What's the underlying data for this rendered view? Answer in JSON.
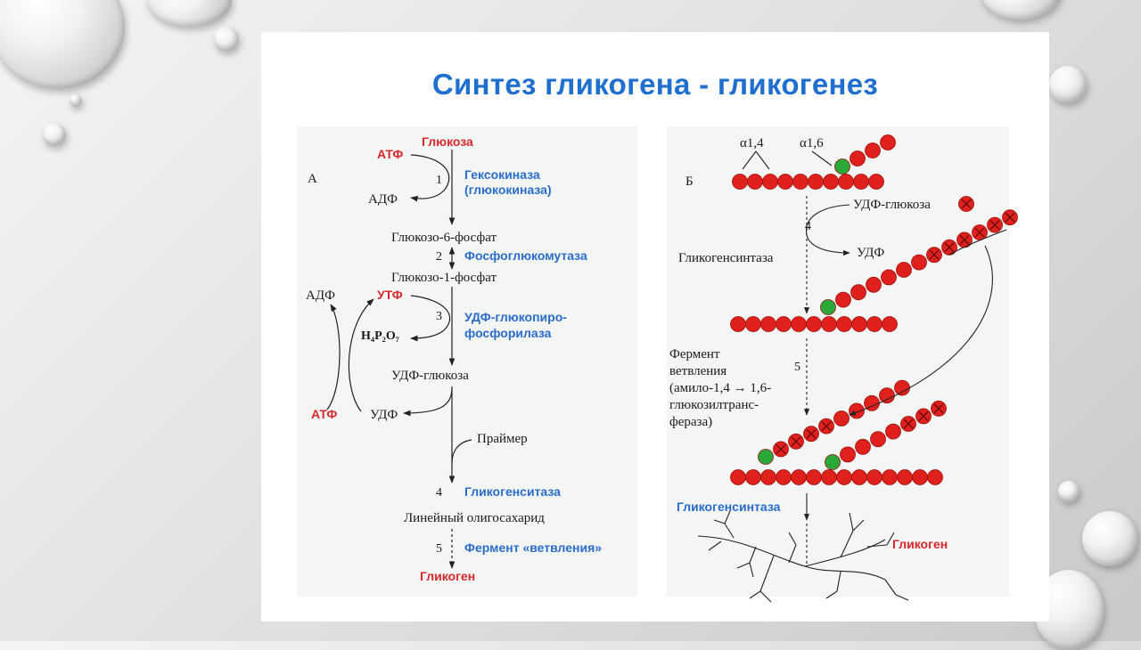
{
  "slide": {
    "title": "Синтез гликогена - гликогенез"
  },
  "panel_a": {
    "label": "А",
    "glucose": "Глюкоза",
    "atp_top": "АТФ",
    "adp_top": "АДФ",
    "step1": "1",
    "enzyme1_line1": "Гексокиназа",
    "enzyme1_line2": "(глюкокиназа)",
    "g6p": "Глюкозо-6-фосфат",
    "step2": "2",
    "enzyme2": "Фосфоглюкомутаза",
    "g1p": "Глюкозо-1-фосфат",
    "adp_left": "АДФ",
    "utp": "УТФ",
    "step3": "3",
    "enzyme3_line1": "УДФ-глюкопиро-",
    "enzyme3_line2": "фосфорилаза",
    "pyrophosphate": "H₄P₂O₇",
    "udp_glucose": "УДФ-глюкоза",
    "atp_bottom": "АТФ",
    "udp": "УДФ",
    "primer": "Праймер",
    "step4": "4",
    "enzyme4": "Гликогенситаза",
    "linear": "Линейный олигосахарид",
    "step5": "5",
    "enzyme5": "Фермент «ветвления»",
    "glycogen": "Гликоген"
  },
  "panel_b": {
    "label": "Б",
    "alpha14": "α1,4",
    "alpha16": "α1,6",
    "udp_glucose": "УДФ-глюкоза",
    "step4": "4",
    "udp": "УДФ",
    "synthase": "Гликогенсинтаза",
    "step5": "5",
    "branching_1": "Фермент",
    "branching_2": "ветвления",
    "branching_3": "(амило-1,4 → 1,6-",
    "branching_4": "глюкозилтранс-",
    "branching_5": "фераза)",
    "synthase_blue": "Гликогенсинтаза",
    "glycogen": "Гликоген"
  },
  "colors": {
    "title": "#1f6fd1",
    "enzyme_blue": "#2a6ccd",
    "label_red": "#d8282c",
    "glucose_unit": "#e0201c",
    "branch_point": "#2aa838"
  }
}
